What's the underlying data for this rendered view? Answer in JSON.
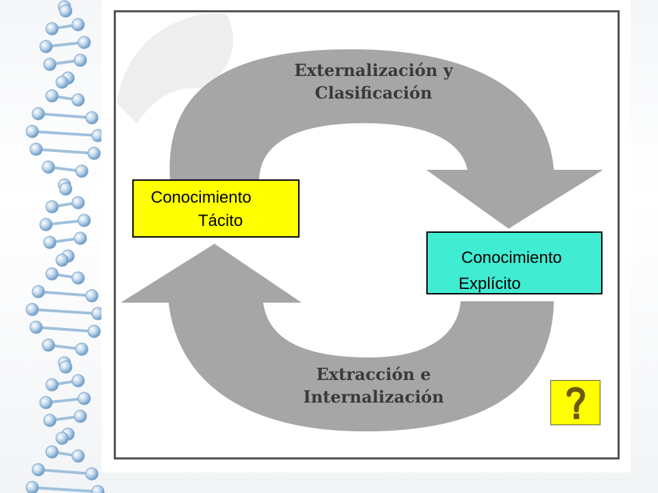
{
  "diagram": {
    "top_arc_label": [
      "Externalización y",
      "Clasificación"
    ],
    "bottom_arc_label": [
      "Extracción e",
      "Internalización"
    ],
    "tacit_box": {
      "line1": "Conocimiento",
      "line2": "Tácito",
      "color": "#ffff00"
    },
    "explicit_box": {
      "line1": "Conocimiento",
      "line2": "Explícito",
      "color": "#40ecd2"
    },
    "arrow_color": "#a6a6a6"
  },
  "help_button": {
    "icon": "question-mark-icon",
    "color": "#ffff00"
  }
}
